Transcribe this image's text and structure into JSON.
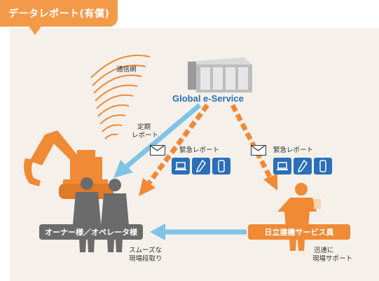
{
  "title": "データレポート(有償)",
  "server": {
    "label": "Global e-Service"
  },
  "labels": {
    "network": "通信網",
    "periodic_report_line1": "定期",
    "periodic_report_line2": "レポート",
    "emergency_report_left": "緊急レポート",
    "emergency_report_right": "緊急レポート",
    "owner": "オーナー様／オペレータ様",
    "service_staff": "日立建機サービス員",
    "owner_note_line1": "スムーズな",
    "owner_note_line2": "現場段取り",
    "service_note_line1": "迅速に",
    "service_note_line2": "現場サポート"
  },
  "icons": [
    "server-icon",
    "antenna-waves-icon",
    "excavator-icon",
    "people-icon",
    "service-person-icon",
    "envelope-icon",
    "laptop-icon",
    "pen-tablet-icon",
    "phone-icon"
  ],
  "colors": {
    "accent_orange": "#f08a35",
    "blue": "#2a6fb8",
    "light_blue_arrow": "#7fc3e6",
    "gray_label": "#6b6b6b",
    "panel_bg": "#f5f0ea"
  }
}
